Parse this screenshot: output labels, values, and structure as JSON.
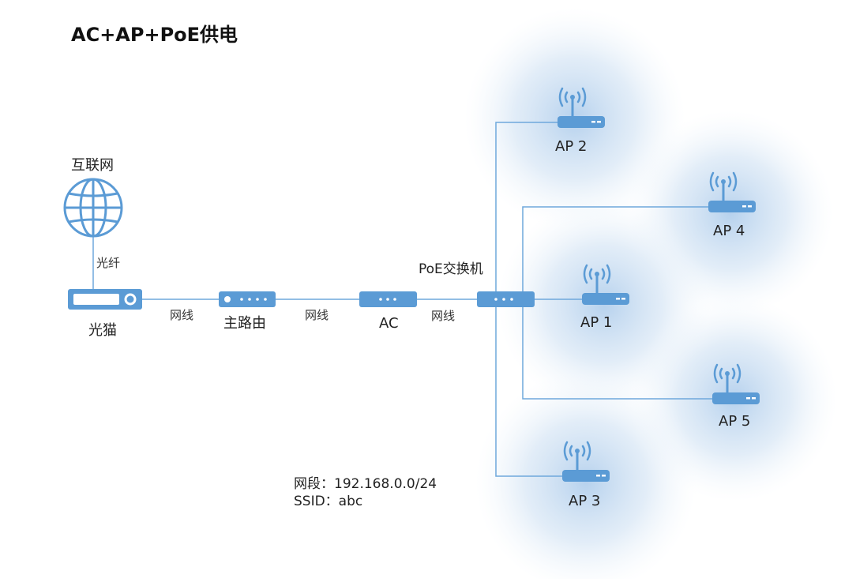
{
  "title": "AC+AP+PoE供电",
  "nodes": {
    "internet": "互联网",
    "modem": "光猫",
    "router": "主路由",
    "ac": "AC",
    "poe_switch": "PoE交换机",
    "ap1": "AP 1",
    "ap2": "AP 2",
    "ap3": "AP 3",
    "ap4": "AP 4",
    "ap5": "AP 5"
  },
  "links": {
    "fiber": "光纤",
    "cable1": "网线",
    "cable2": "网线",
    "cable3": "网线"
  },
  "network_info": {
    "segment": "网段：192.168.0.0/24",
    "ssid": "SSID：abc"
  },
  "colors": {
    "device_blue": "#5b9bd5",
    "line_blue": "#6fa8dc",
    "coverage_blue": "#bcd6ee"
  }
}
